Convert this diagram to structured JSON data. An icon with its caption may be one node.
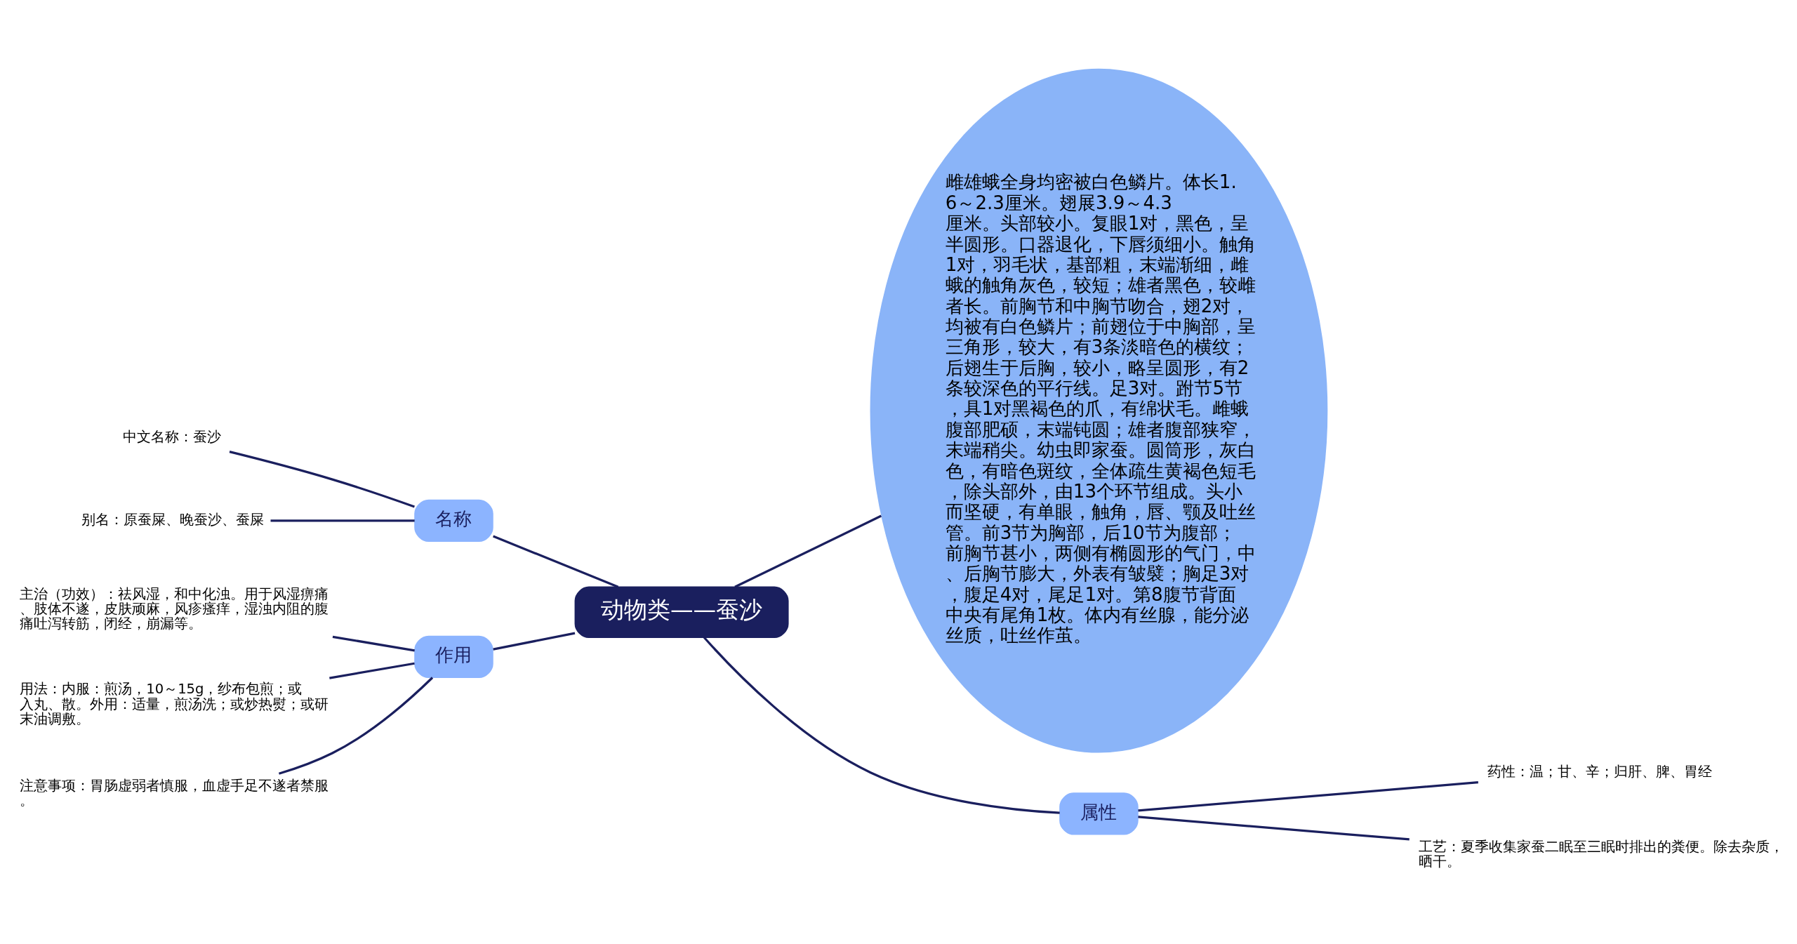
{
  "diagram": {
    "nodes": [
      {
        "text": [
          "动物类——蚕沙"
        ]
      },
      {
        "text": [
          "名称"
        ]
      },
      {
        "text": [
          "中文名称：蚕沙"
        ]
      },
      {
        "text": [
          "别名：原蚕屎、晚蚕沙、蚕屎"
        ]
      },
      {
        "text": [
          "作用"
        ]
      },
      {
        "text": [
          "主治（功效）：祛风湿，和中化浊。用于风湿痹痛、肢体不遂，皮肤顽麻，风疹瘙痒，湿浊内阻的腹痛吐泻转筋，闭经，崩漏等。"
        ]
      },
      {
        "text": [
          "用法：内服：煎汤，10～15g，纱布包煎；或入丸、散。外用：适量，煎汤洗；或炒热熨；或研末油调敷。"
        ]
      },
      {
        "text": [
          "注意事项：胃肠虚弱者慎服，血虚手足不遂者禁服。"
        ]
      },
      {
        "text": [
          "雌雄蛾全身均密被白色鳞片。体长1.6～2.3厘米。翅展3.9～4.3厘米。头部较小。复眼1对，黑色，呈半圆形。口器退化，下唇须细小。触角1对，羽毛状，基部粗，末端渐细，雌蛾的触角灰色，较短；雄者黑色，较雌者长。前胸节和中胸节吻合，翅2对，均被有白色鳞片；前翅位于中胸部，呈三角形，较大，有3条淡暗色的横纹；后翅生于后胸，较小，略呈圆形，有2条较深色的平行线。足3对。跗节5节，具1对黑褐色的爪，有绵状毛。雌蛾腹部肥硕，末端钝圆；雄者腹部狭窄，末端稍尖。幼虫即家蚕。圆筒形，灰白色，有暗色斑纹，全体疏生黄褐色短毛，除头部外，由13个环节组成。头小而坚硬，有单眼，触角，唇、颚及吐丝管。前3节为胸部，后10节为腹部；前胸节甚小，两侧有椭圆形的气门，中、后胸节膨大，外表有皱襞；胸足3对，腹足4对，尾足1对。第8腹节背面中央有尾角1枚。体内有丝腺，能分泌丝质，吐丝作茧。"
        ]
      },
      {
        "text": [
          "属性"
        ]
      },
      {
        "text": [
          "药性：温；甘、辛；归肝、脾、胃经"
        ]
      },
      {
        "text": [
          "工艺：夏季收集家蚕二眠至三眠时排出的粪便。除去杂质，晒干。"
        ]
      }
    ],
    "edges": [
      {
        "from": 0,
        "to": 1,
        "arrow": "none"
      },
      {
        "from": 1,
        "to": 2,
        "arrow": "none"
      },
      {
        "from": 1,
        "to": 3,
        "arrow": "none"
      },
      {
        "from": 0,
        "to": 4,
        "arrow": "none"
      },
      {
        "from": 4,
        "to": 5,
        "arrow": "none"
      },
      {
        "from": 4,
        "to": 6,
        "arrow": "none"
      },
      {
        "from": 4,
        "to": 7,
        "arrow": "none"
      },
      {
        "from": 0,
        "to": 8,
        "arrow": "none"
      },
      {
        "from": 0,
        "to": 9,
        "arrow": "none"
      },
      {
        "from": 9,
        "to": 10,
        "arrow": "none"
      },
      {
        "from": 9,
        "to": 11,
        "arrow": "none"
      }
    ]
  }
}
